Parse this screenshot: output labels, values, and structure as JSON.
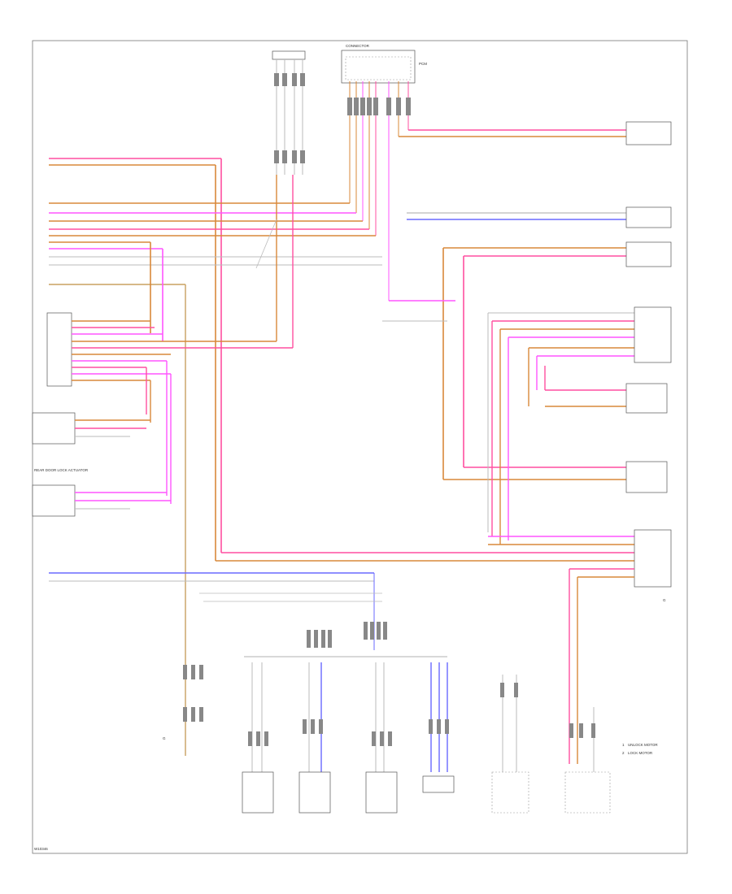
{
  "labels": {
    "relay_group_top": "CONNECTOR",
    "pcm_top": "PCM",
    "rear_door_left": "REAR DOOR LOCK ACTUATOR",
    "ground_lh": "G",
    "ground_rh": "G",
    "diagram_id": "W10346",
    "unlock_motor": "UNLOCK MOTOR",
    "lock_motor": "LOCK MOTOR",
    "legend_1": "1",
    "legend_2": "2"
  },
  "colors": {
    "wire_pink": "#ff4fa0",
    "wire_orange": "#d9883a",
    "wire_magenta": "#ff55ff",
    "wire_blue": "#6a6aff",
    "wire_gray": "#bbbbbb",
    "wire_brown": "#c8a060",
    "frame": "#777777"
  }
}
